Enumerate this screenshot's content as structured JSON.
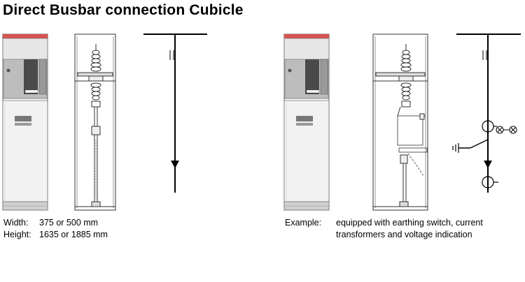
{
  "title": "Direct Busbar connection Cubicle",
  "left_caption": {
    "width_label": "Width:",
    "width_value": "375 or 500 mm",
    "height_label": "Height:",
    "height_value": "1635 or 1885  mm"
  },
  "right_caption": {
    "label": "Example:",
    "line1": "equipped with earthing switch, current",
    "line2": "transformers and voltage indication"
  },
  "colors": {
    "top_strip": "#d9534f",
    "panel_gray": "#bdbdbd",
    "dark_panel": "#4a4a4a",
    "line": "#000000"
  },
  "icons": [
    "arrow-down-icon",
    "circle-icon",
    "earth-symbol-icon",
    "cross-circle-icon"
  ]
}
